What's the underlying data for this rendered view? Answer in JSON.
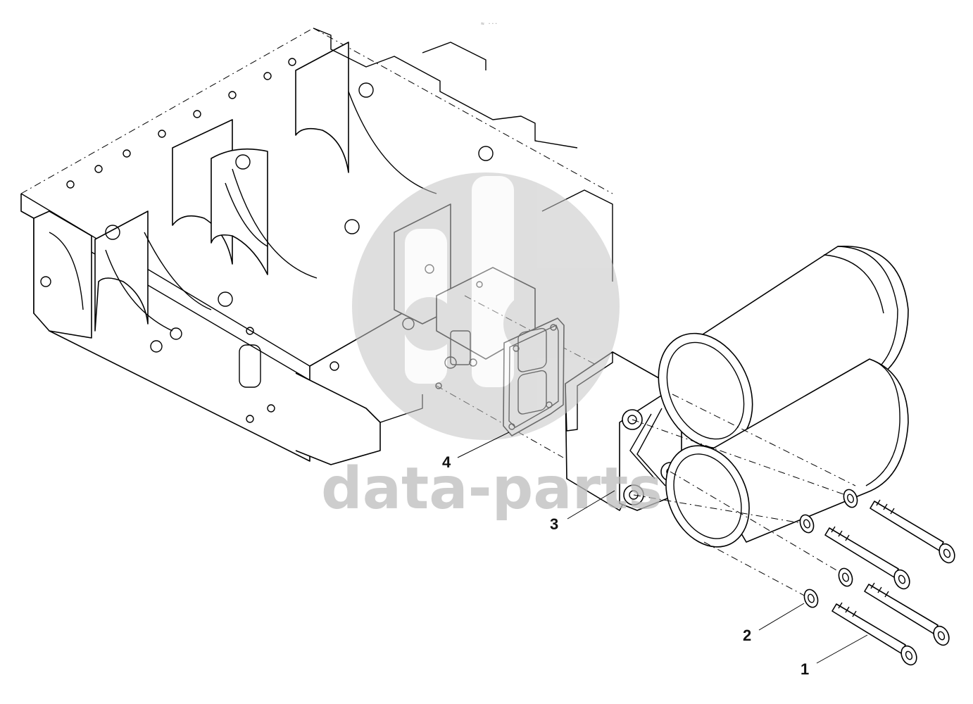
{
  "diagram": {
    "callouts": [
      {
        "id": "1",
        "text": "1"
      },
      {
        "id": "2",
        "text": "2"
      },
      {
        "id": "3",
        "text": "3"
      },
      {
        "id": "4",
        "text": "4"
      }
    ],
    "watermark": {
      "text": "data-parts"
    },
    "corner_mark": {
      "text": "≈ ···"
    }
  },
  "colors": {
    "ink": "#000000",
    "watermark": "#bdbdbd",
    "background": "#ffffff"
  }
}
